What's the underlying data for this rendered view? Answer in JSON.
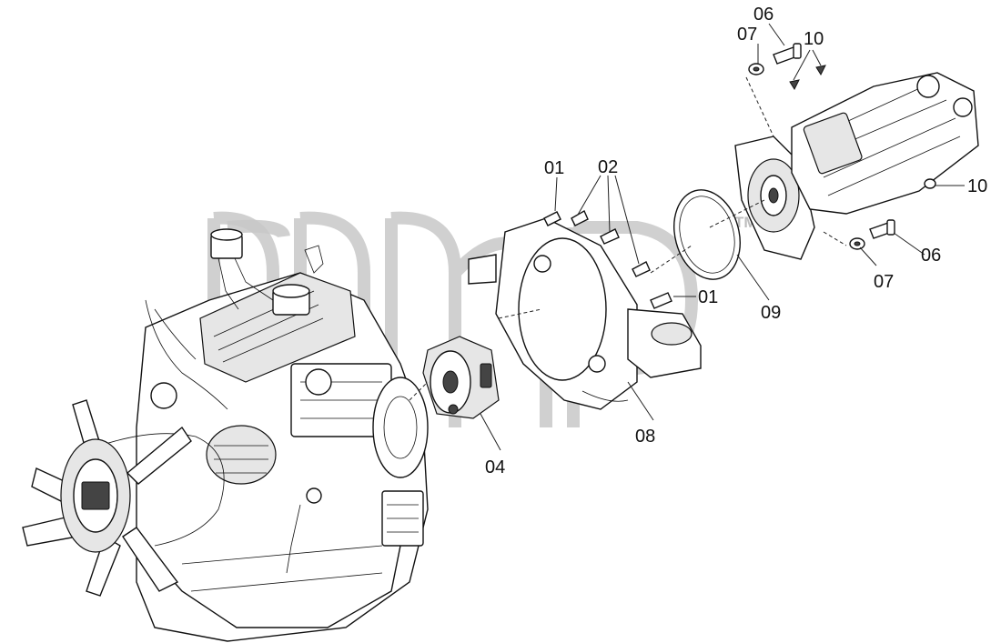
{
  "watermark": {
    "trademark": "TM"
  },
  "callouts": {
    "c01a": "01",
    "c01b": "01",
    "c02": "02",
    "c04": "04",
    "c06a": "06",
    "c06b": "06",
    "c07a": "07",
    "c07b": "07",
    "c08": "08",
    "c09": "09",
    "c10a": "10",
    "c10b": "10"
  }
}
